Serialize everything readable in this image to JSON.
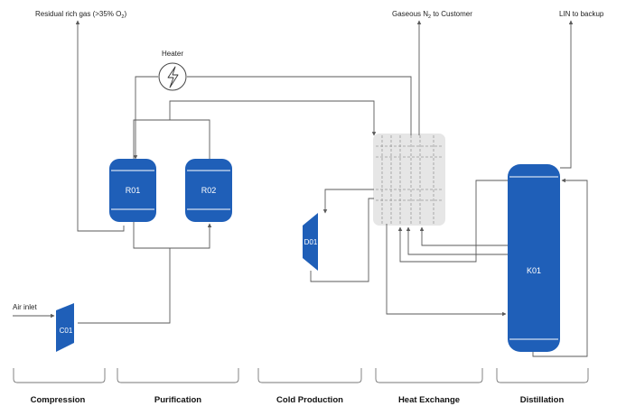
{
  "streams": {
    "residual_prefix": "Residual rich gas (>35% O",
    "residual_sub": "2",
    "residual_suffix": ")",
    "gaseous_prefix": "Gaseous N",
    "gaseous_sub": "2",
    "gaseous_suffix": " to Customer",
    "lin": "LIN to backup",
    "air_inlet": "Air inlet",
    "heater": "Heater"
  },
  "equipment": {
    "r01": "R01",
    "r02": "R02",
    "d01": "D01",
    "c01": "C01",
    "k01": "K01"
  },
  "stages": [
    "Compression",
    "Purification",
    "Cold Production",
    "Heat Exchange",
    "Distillation"
  ],
  "colors": {
    "vessel": "#1f5fb8",
    "line": "#5a5a5a",
    "exchanger": "#e6e6e6"
  }
}
